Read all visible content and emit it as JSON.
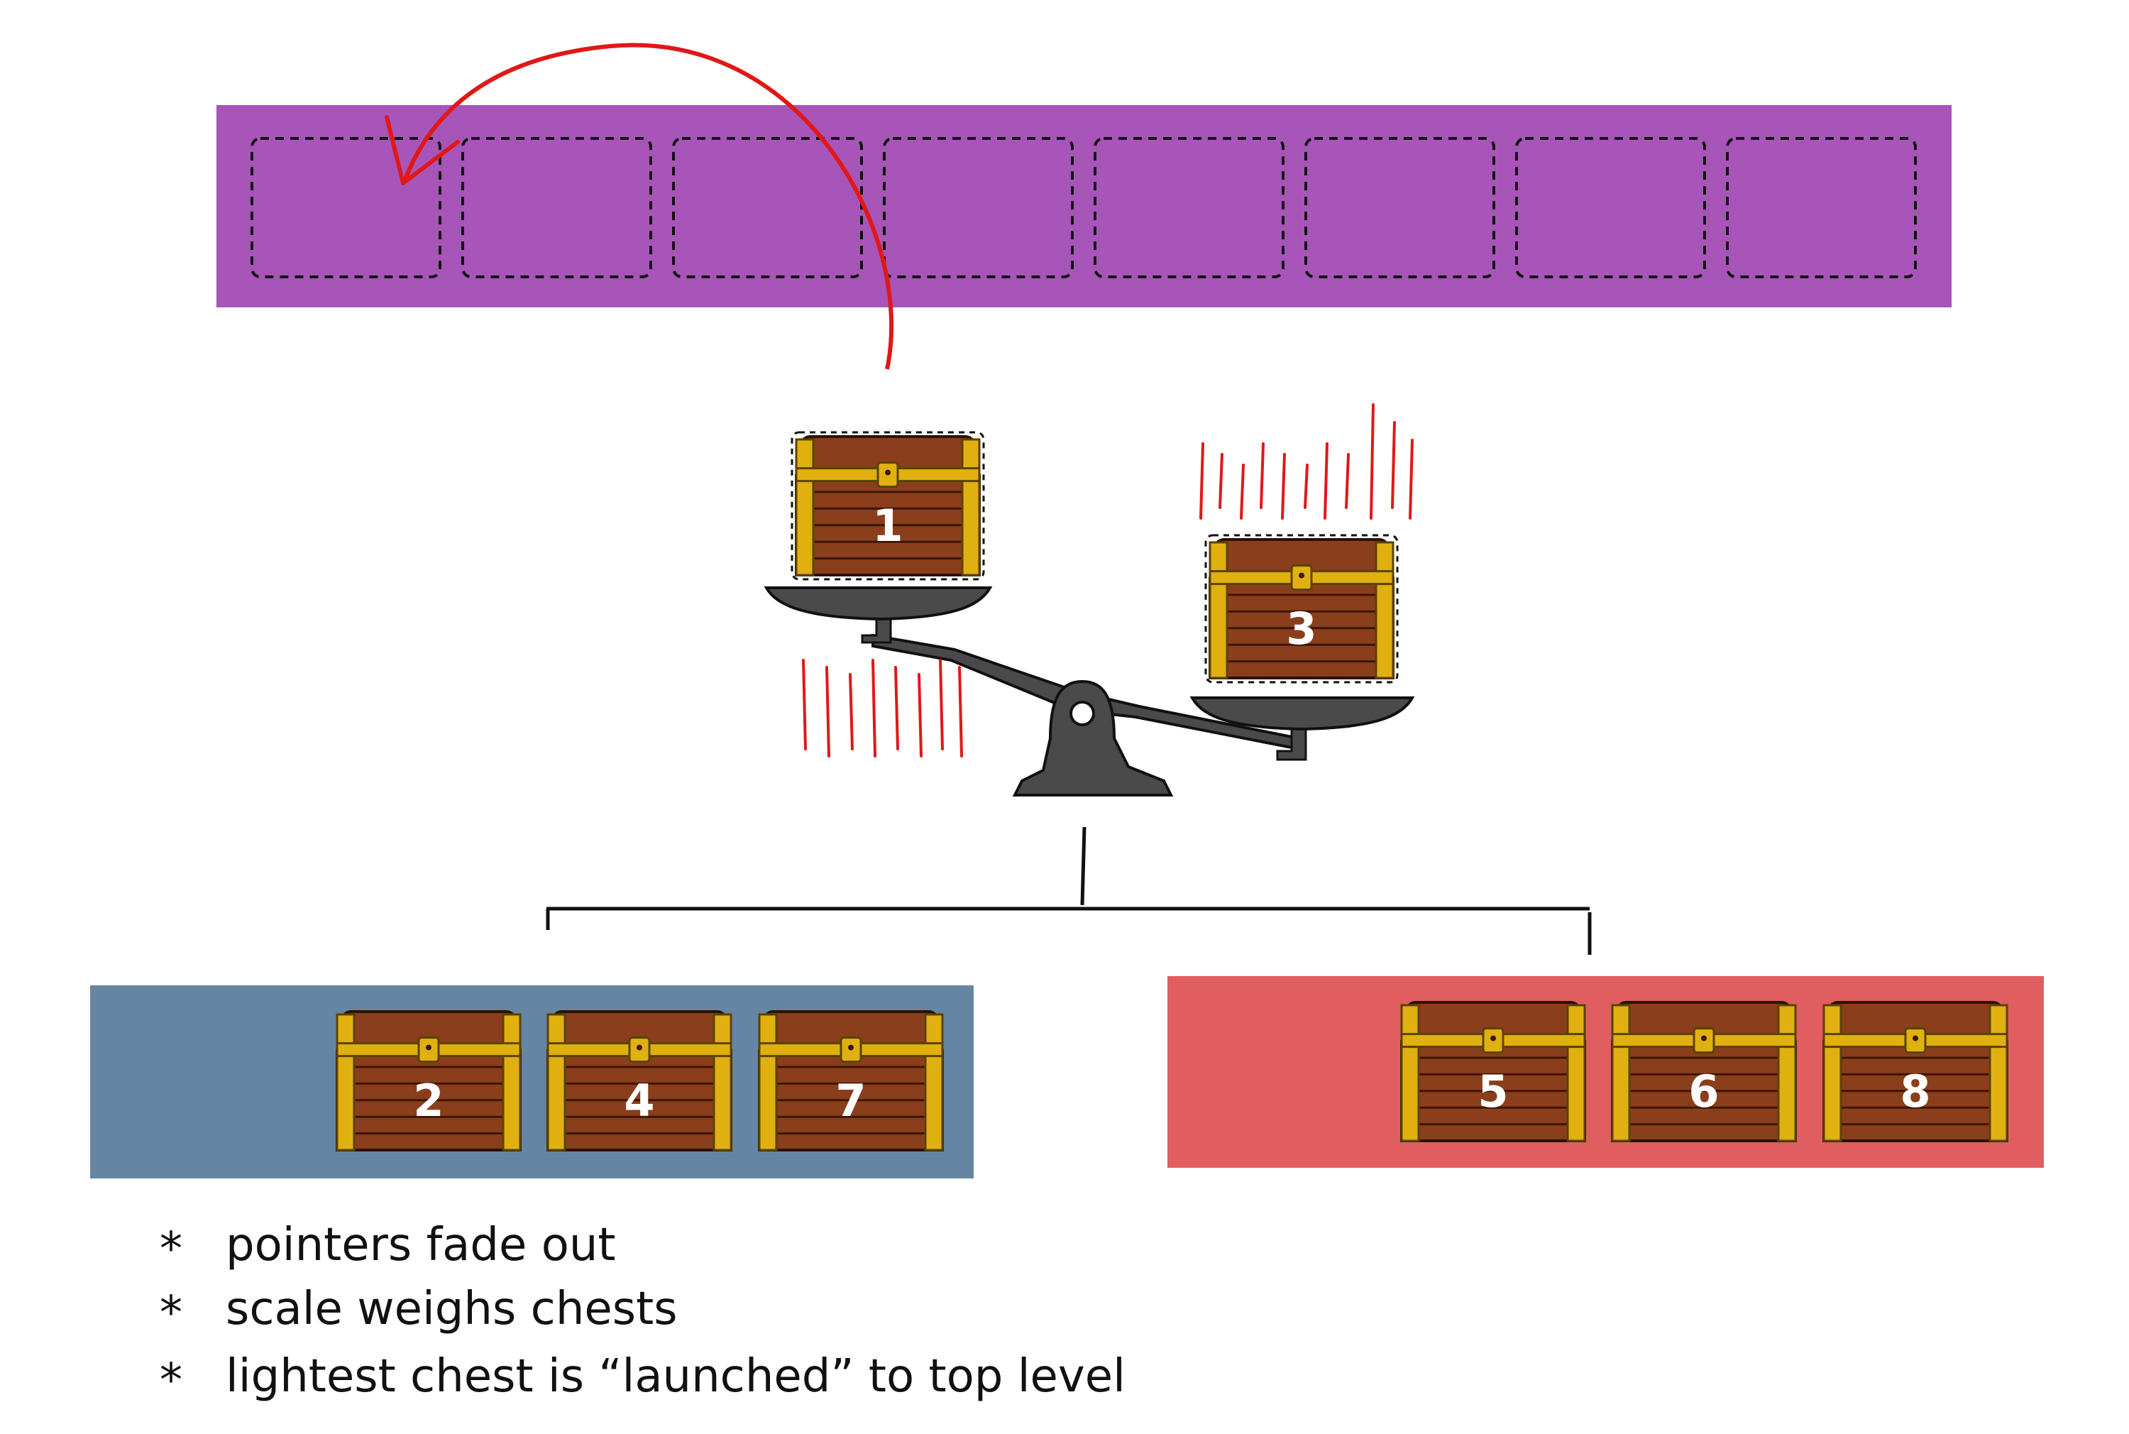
{
  "colors": {
    "top_level": "#a855b9",
    "lighter_group": "#6585a3",
    "heavier_group": "#e05d60",
    "chest_wood": "#8b3e1b",
    "chest_gold": "#e0b010",
    "scale": "#4a4a4a",
    "arrow": "#e01818",
    "motion_lines": "#e01818"
  },
  "top_level": {
    "slot_count": 8
  },
  "scale": {
    "left_pan_chest": {
      "label": "1"
    },
    "right_pan_chest": {
      "label": "3"
    }
  },
  "lighter_group": {
    "chests": [
      {
        "label": "2"
      },
      {
        "label": "4"
      },
      {
        "label": "7"
      }
    ]
  },
  "heavier_group": {
    "chests": [
      {
        "label": "5"
      },
      {
        "label": "6"
      },
      {
        "label": "8"
      }
    ]
  },
  "notes": [
    "pointers fade out",
    "scale weighs chests",
    "lightest chest is “launched” to top level"
  ],
  "note_bullet": "*"
}
